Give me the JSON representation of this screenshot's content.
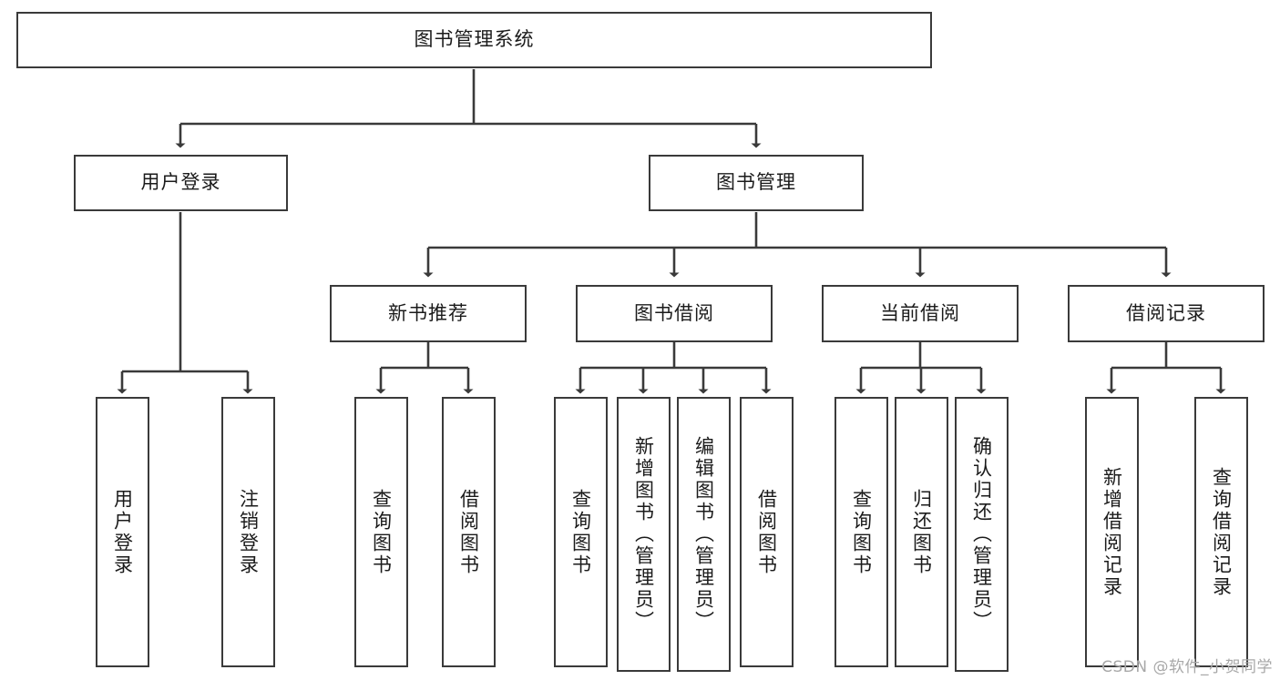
{
  "diagram": {
    "title": "图书管理系统",
    "type": "hierarchy-tree",
    "root": {
      "id": "root",
      "label": "图书管理系统"
    },
    "level2": [
      {
        "id": "user-login",
        "label": "用户登录"
      },
      {
        "id": "book-manage",
        "label": "图书管理"
      }
    ],
    "level3": [
      {
        "id": "new-book-rec",
        "label": "新书推荐",
        "parent": "book-manage"
      },
      {
        "id": "book-borrow",
        "label": "图书借阅",
        "parent": "book-manage"
      },
      {
        "id": "current-borrow",
        "label": "当前借阅",
        "parent": "book-manage"
      },
      {
        "id": "borrow-record",
        "label": "借阅记录",
        "parent": "book-manage"
      }
    ],
    "leaves": [
      {
        "id": "leaf-user-login",
        "label": "用户登录",
        "parent": "user-login"
      },
      {
        "id": "leaf-logout-login",
        "label": "注销登录",
        "parent": "user-login"
      },
      {
        "id": "leaf-query-book-1",
        "label": "查询图书",
        "parent": "new-book-rec"
      },
      {
        "id": "leaf-borrow-book-1",
        "label": "借阅图书",
        "parent": "new-book-rec"
      },
      {
        "id": "leaf-query-book-2",
        "label": "查询图书",
        "parent": "book-borrow"
      },
      {
        "id": "leaf-add-book",
        "label": "新增图书（管理员）",
        "parent": "book-borrow"
      },
      {
        "id": "leaf-edit-book",
        "label": "编辑图书（管理员）",
        "parent": "book-borrow"
      },
      {
        "id": "leaf-borrow-book-2",
        "label": "借阅图书",
        "parent": "book-borrow"
      },
      {
        "id": "leaf-query-book-3",
        "label": "查询图书",
        "parent": "current-borrow"
      },
      {
        "id": "leaf-return-book",
        "label": "归还图书",
        "parent": "current-borrow"
      },
      {
        "id": "leaf-confirm-return",
        "label": "确认归还（管理员）",
        "parent": "current-borrow"
      },
      {
        "id": "leaf-add-record",
        "label": "新增借阅记录",
        "parent": "borrow-record"
      },
      {
        "id": "leaf-query-record",
        "label": "查询借阅记录",
        "parent": "borrow-record"
      }
    ],
    "colors": {
      "border": "#3a3a3a",
      "text": "#1b1b1b",
      "background": "#ffffff",
      "watermark": "#a8a8a8"
    }
  },
  "watermark": {
    "text": "CSDN @软件_小贺同学"
  }
}
